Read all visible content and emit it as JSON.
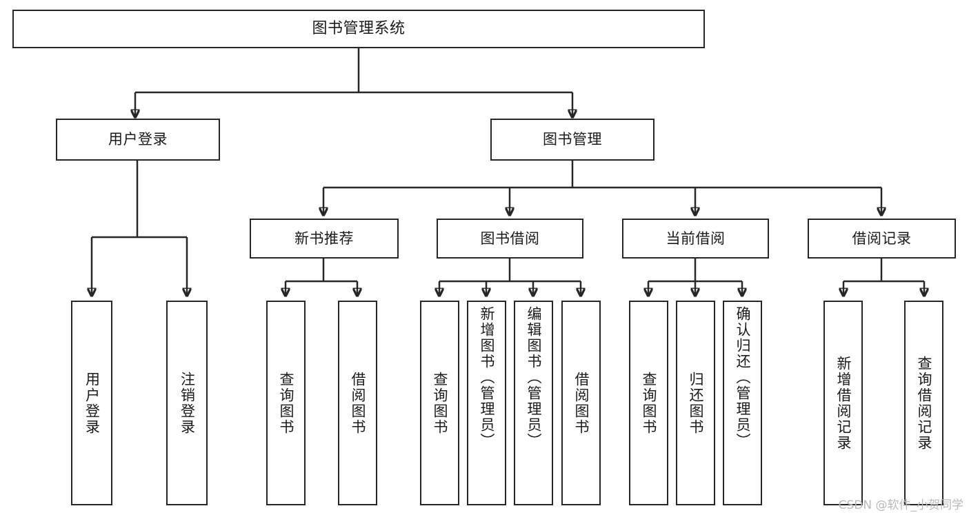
{
  "diagram": {
    "title": "图书管理系统",
    "type": "tree",
    "root": {
      "id": "root",
      "label": "图书管理系统",
      "orientation": "horizontal"
    },
    "level1": [
      {
        "id": "user-login",
        "label": "用户登录",
        "orientation": "horizontal"
      },
      {
        "id": "book-manage",
        "label": "图书管理",
        "orientation": "horizontal"
      }
    ],
    "level2": [
      {
        "id": "new-book-recommend",
        "label": "新书推荐",
        "orientation": "horizontal",
        "parent": "book-manage"
      },
      {
        "id": "book-borrow",
        "label": "图书借阅",
        "orientation": "horizontal",
        "parent": "book-manage"
      },
      {
        "id": "current-borrow",
        "label": "当前借阅",
        "orientation": "horizontal",
        "parent": "book-manage"
      },
      {
        "id": "borrow-record",
        "label": "借阅记录",
        "orientation": "horizontal",
        "parent": "book-manage"
      }
    ],
    "leaves": [
      {
        "id": "leaf-user-login",
        "label": "用户登录",
        "parent": "user-login",
        "orientation": "vertical"
      },
      {
        "id": "leaf-user-logout",
        "label": "注销登录",
        "parent": "user-login",
        "orientation": "vertical"
      },
      {
        "id": "leaf-query-book-1",
        "label": "查询图书",
        "parent": "new-book-recommend",
        "orientation": "vertical"
      },
      {
        "id": "leaf-borrow-book-1",
        "label": "借阅图书",
        "parent": "new-book-recommend",
        "orientation": "vertical"
      },
      {
        "id": "leaf-query-book-2",
        "label": "查询图书",
        "parent": "book-borrow",
        "orientation": "vertical"
      },
      {
        "id": "leaf-add-book",
        "label": "新增图书（管理员）",
        "parent": "book-borrow",
        "orientation": "vertical"
      },
      {
        "id": "leaf-edit-book",
        "label": "编辑图书（管理员）",
        "parent": "book-borrow",
        "orientation": "vertical"
      },
      {
        "id": "leaf-borrow-book-2",
        "label": "借阅图书",
        "parent": "book-borrow",
        "orientation": "vertical"
      },
      {
        "id": "leaf-query-book-3",
        "label": "查询图书",
        "parent": "current-borrow",
        "orientation": "vertical"
      },
      {
        "id": "leaf-return-book",
        "label": "归还图书",
        "parent": "current-borrow",
        "orientation": "vertical"
      },
      {
        "id": "leaf-confirm-return",
        "label": "确认归还（管理员）",
        "parent": "current-borrow",
        "orientation": "vertical"
      },
      {
        "id": "leaf-add-record",
        "label": "新增借阅记录",
        "parent": "borrow-record",
        "orientation": "vertical"
      },
      {
        "id": "leaf-query-record",
        "label": "查询借阅记录",
        "parent": "borrow-record",
        "orientation": "vertical"
      }
    ]
  },
  "watermark": {
    "text": "CSDN @软件_小贺同学"
  },
  "colors": {
    "stroke": "#262626",
    "background": "#ffffff",
    "text": "#1a1a1a",
    "watermark": "#b9b9b9"
  }
}
